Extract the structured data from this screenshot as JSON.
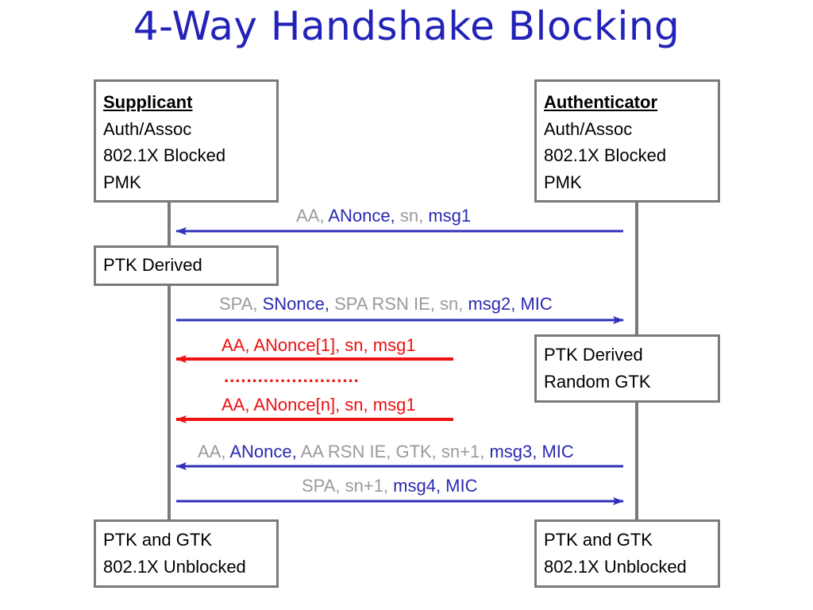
{
  "title": "4-Way Handshake Blocking",
  "supplicant": {
    "heading": "Supplicant",
    "lines": [
      "Auth/Assoc",
      "802.1X Blocked",
      "PMK"
    ],
    "ptk_box": "PTK Derived",
    "final": [
      "PTK and GTK",
      "802.1X Unblocked"
    ]
  },
  "authenticator": {
    "heading": "Authenticator",
    "lines": [
      "Auth/Assoc",
      "802.1X Blocked",
      "PMK"
    ],
    "ptk_box": [
      "PTK Derived",
      "Random GTK"
    ],
    "final": [
      "PTK and GTK",
      "802.1X Unblocked"
    ]
  },
  "messages": {
    "m1": {
      "aa": "AA, ",
      "anonce": "ANonce, ",
      "sn": "sn, ",
      "msg": "msg1"
    },
    "m2": {
      "spa": "SPA, ",
      "snonce": "SNonce, ",
      "rsn": "SPA RSN IE, sn, ",
      "msg": "msg2, MIC"
    },
    "attack1": "AA, ANonce[1], sn, msg1",
    "dots": "........................",
    "attackn": "AA, ANonce[n], sn, msg1",
    "m3": {
      "aa": "AA, ",
      "anonce": "ANonce, ",
      "rsn": "AA RSN IE, GTK, sn+1, ",
      "msg": "msg3, MIC"
    },
    "m4": {
      "spa": "SPA, sn+1, ",
      "msg": "msg4, MIC"
    }
  },
  "colors": {
    "title": "#2222b8",
    "normal_arrow": "#3030b8",
    "attack_arrow": "#ee1111",
    "lifeline": "#7a7a7a",
    "gray_text": "#9a9a9a"
  }
}
